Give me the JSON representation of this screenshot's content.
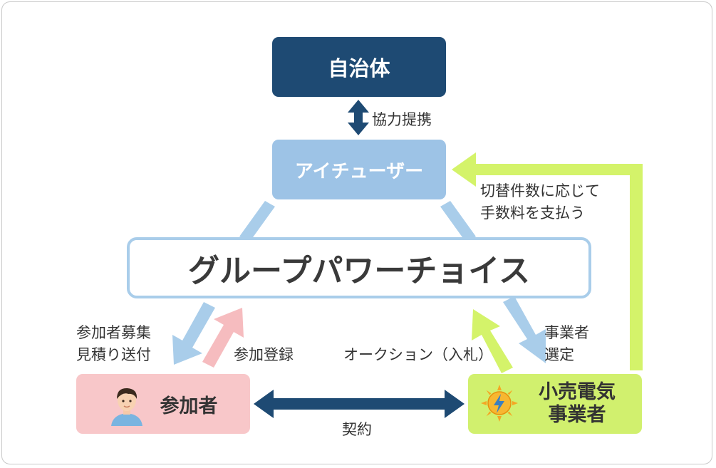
{
  "nodes": {
    "municipality": "自治体",
    "ai_user": "アイチューザー",
    "group_power_choice": "グループパワーチョイス",
    "participant": "参加者",
    "retailer_line1": "小売電気",
    "retailer_line2": "事業者"
  },
  "labels": {
    "cooperation": "協力提携",
    "fee_line1": "切替件数に応じて",
    "fee_line2": "手数料を支払う",
    "recruit_line1": "参加者募集",
    "recruit_line2": "見積り送付",
    "registration": "参加登録",
    "auction": "オークション（入札）",
    "select_line1": "事業者",
    "select_line2": "選定",
    "contract": "契約"
  },
  "colors": {
    "dark_navy": "#1e4a73",
    "light_blue": "#9dc3e6",
    "pink": "#f8c7c9",
    "lime": "#d1f06e",
    "arrow_blue": "#a9cdea",
    "arrow_lime": "#d4f36a",
    "arrow_pink": "#f6bcbf"
  },
  "icons": [
    "person-icon",
    "sun-bolt-icon"
  ]
}
